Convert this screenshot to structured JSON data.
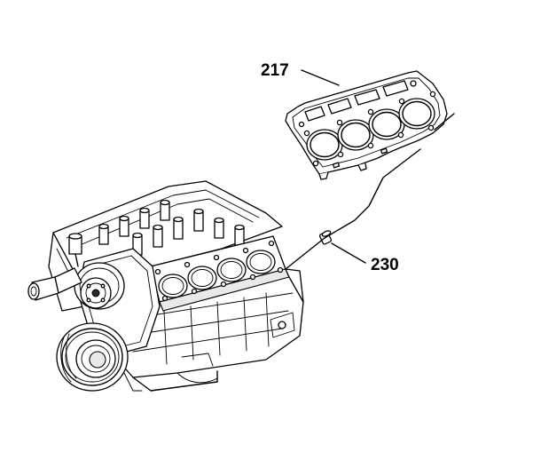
{
  "callouts": [
    {
      "id": "gasket",
      "label": "217"
    },
    {
      "id": "dowel",
      "label": "230"
    }
  ]
}
